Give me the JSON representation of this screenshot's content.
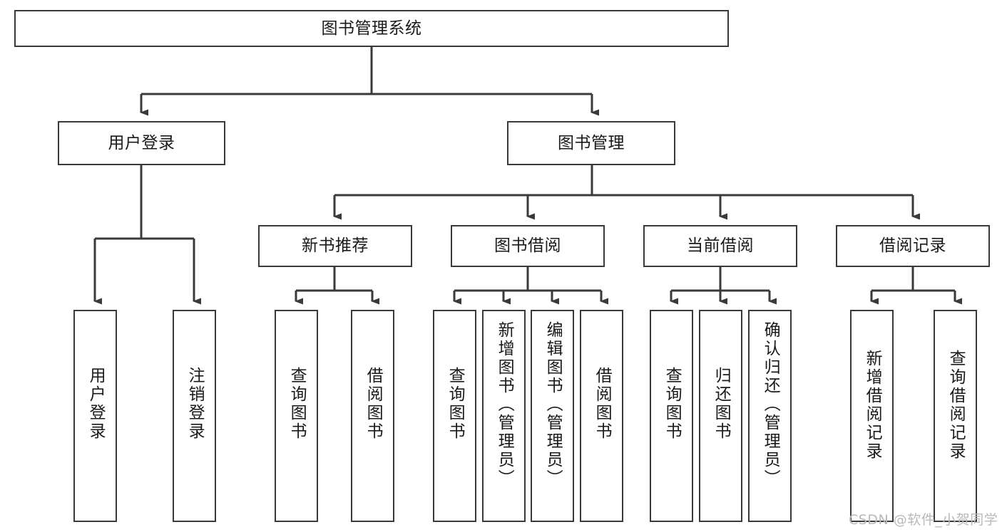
{
  "diagram": {
    "title": "图书管理系统",
    "type": "hierarchy-tree",
    "watermark": "CSDN @软件_小贺同学",
    "colors": {
      "node_border": "#3a3a3a",
      "node_fill": "#ffffff",
      "edge": "#3a3a3a",
      "text": "#1a1a1a",
      "watermark": "#b9b9b9",
      "background": "#ffffff"
    },
    "levels": {
      "root": "图书管理系统",
      "level2": [
        "用户登录",
        "图书管理"
      ],
      "level3": [
        "新书推荐",
        "图书借阅",
        "当前借阅",
        "借阅记录"
      ]
    },
    "nodes": {
      "root": {
        "label": "图书管理系统"
      },
      "user_login": {
        "label": "用户登录"
      },
      "book_manage": {
        "label": "图书管理"
      },
      "new_book_rec": {
        "label": "新书推荐"
      },
      "book_borrow": {
        "label": "图书借阅"
      },
      "current_borrow": {
        "label": "当前借阅"
      },
      "borrow_record": {
        "label": "借阅记录"
      },
      "leaf_user_login": {
        "label": "用户登录"
      },
      "leaf_user_logout": {
        "label": "注销登录"
      },
      "leaf_query_book_1": {
        "label": "查询图书"
      },
      "leaf_borrow_book_1": {
        "label": "借阅图书"
      },
      "leaf_query_book_2": {
        "label": "查询图书"
      },
      "leaf_add_book": {
        "label": "新增图书（管理员）"
      },
      "leaf_edit_book": {
        "label": "编辑图书（管理员）"
      },
      "leaf_borrow_book_2": {
        "label": "借阅图书"
      },
      "leaf_query_book_3": {
        "label": "查询图书"
      },
      "leaf_return_book": {
        "label": "归还图书"
      },
      "leaf_confirm_return": {
        "label": "确认归还（管理员）"
      },
      "leaf_add_record": {
        "label": "新增借阅记录"
      },
      "leaf_query_record": {
        "label": "查询借阅记录"
      }
    },
    "edges": [
      {
        "from": "图书管理系统",
        "to": "用户登录"
      },
      {
        "from": "图书管理系统",
        "to": "图书管理"
      },
      {
        "from": "用户登录",
        "to": "用户登录"
      },
      {
        "from": "用户登录",
        "to": "注销登录"
      },
      {
        "from": "图书管理",
        "to": "新书推荐"
      },
      {
        "from": "图书管理",
        "to": "图书借阅"
      },
      {
        "from": "图书管理",
        "to": "当前借阅"
      },
      {
        "from": "图书管理",
        "to": "借阅记录"
      },
      {
        "from": "新书推荐",
        "to": "查询图书"
      },
      {
        "from": "新书推荐",
        "to": "借阅图书"
      },
      {
        "from": "图书借阅",
        "to": "查询图书"
      },
      {
        "from": "图书借阅",
        "to": "新增图书（管理员）"
      },
      {
        "from": "图书借阅",
        "to": "编辑图书（管理员）"
      },
      {
        "from": "图书借阅",
        "to": "借阅图书"
      },
      {
        "from": "当前借阅",
        "to": "查询图书"
      },
      {
        "from": "当前借阅",
        "to": "归还图书"
      },
      {
        "from": "当前借阅",
        "to": "确认归还（管理员）"
      },
      {
        "from": "借阅记录",
        "to": "新增借阅记录"
      },
      {
        "from": "借阅记录",
        "to": "查询借阅记录"
      }
    ]
  }
}
